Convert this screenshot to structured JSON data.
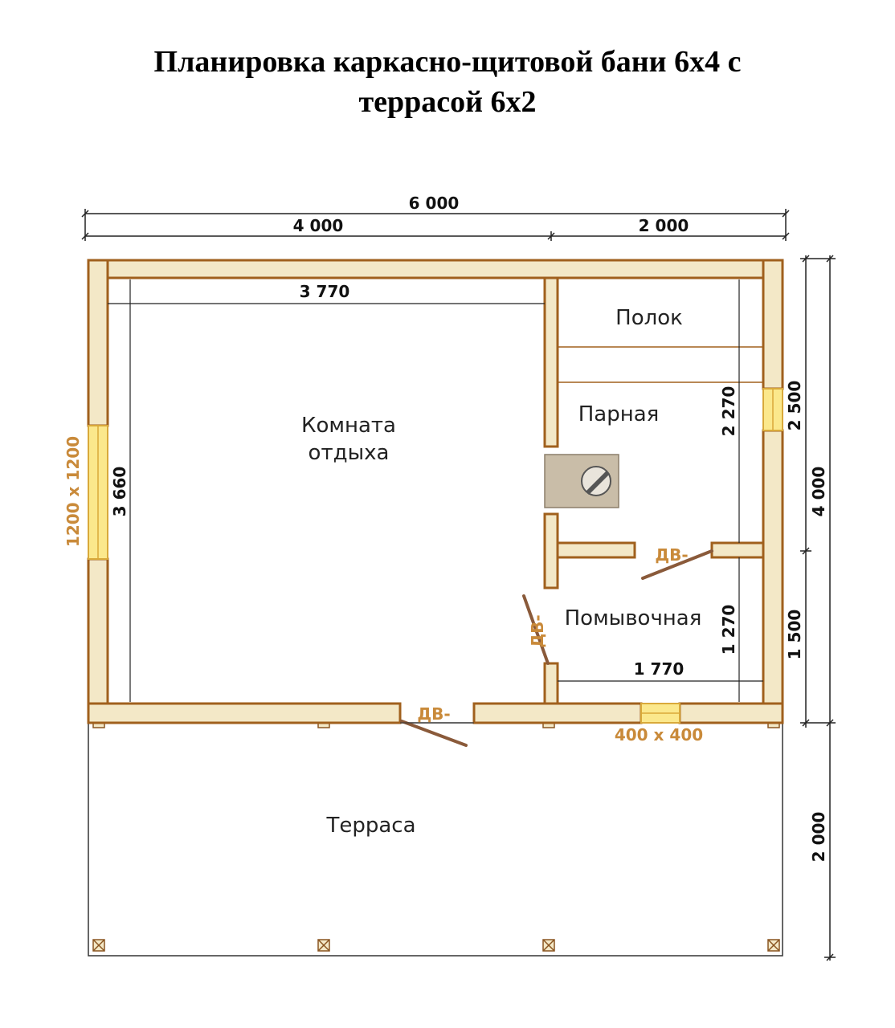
{
  "title": {
    "line1": "Планировка каркасно-щитовой бани 6х4 с",
    "line2": "террасой 6х2"
  },
  "dimensions": {
    "total_width": "6 000",
    "left_width": "4 000",
    "right_width": "2 000",
    "rest_room_inner_width": "3 770",
    "rest_room_inner_height": "3 660",
    "steam_room_inner_height": "2 270",
    "steam_room_depth": "2 500",
    "house_depth": "4 000",
    "wash_room_inner_height": "1 270",
    "wash_room_depth": "1 500",
    "wash_room_inner_width": "1 770",
    "terrace_depth": "2 000"
  },
  "rooms": {
    "shelf": "Полок",
    "steam_room": "Парная",
    "rest_room_line1": "Комната",
    "rest_room_line2": "отдыха",
    "wash_room": "Помывочная",
    "terrace": "Терраса"
  },
  "openings": {
    "left_window": "1200 х 1200",
    "bottom_window": "400 х 400",
    "door_label": "ДВ-"
  },
  "colors": {
    "wall_fill": "#f3e8c7",
    "wall_stroke": "#a0601d",
    "window_fill": "#fbe88c",
    "stove_fill": "#c9bda8",
    "accent_text": "#c98a3a"
  }
}
